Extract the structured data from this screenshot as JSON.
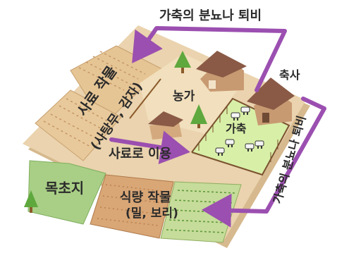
{
  "labels": {
    "manure_top": "가축의 분뇨나 퇴비",
    "manure_right": "가축의 분뇨나 퇴비",
    "feed_crops_line1": "사료 작물",
    "feed_crops_line2": "(사탕무, 감자)",
    "farmhouse": "농가",
    "barn": "축사",
    "livestock": "가축",
    "use_as_feed": "사료로 이용",
    "pasture": "목초지",
    "food_crops_line1": "식량 작물",
    "food_crops_line2": "(밀, 보리)"
  },
  "colors": {
    "arrow": "#9b4fb0",
    "board": "#ead3ae",
    "field_tan": "#e8c99b",
    "field_green": "#a9cf86",
    "field_brown": "#d9a676",
    "field_crop": "#c6dc9a"
  }
}
